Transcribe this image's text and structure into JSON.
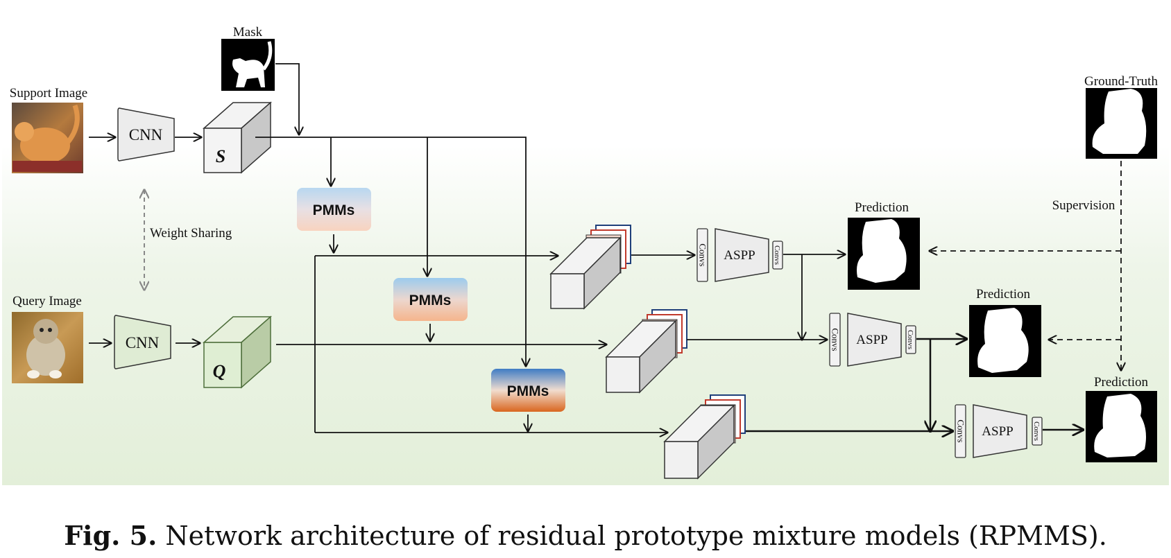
{
  "labels": {
    "support_image": "Support Image",
    "query_image": "Query Image",
    "mask": "Mask",
    "ground_truth": "Ground-Truth",
    "cnn": "CNN",
    "s": "S",
    "q": "Q",
    "weight_sharing": "Weight Sharing",
    "pmms": "PMMs",
    "aspp": "ASPP",
    "convs": "Convs",
    "prediction": "Prediction",
    "supervision": "Supervision"
  },
  "caption": {
    "prefix": "Fig. 5.",
    "text": "Network architecture of residual prototype mixture models (RPMMS)."
  }
}
